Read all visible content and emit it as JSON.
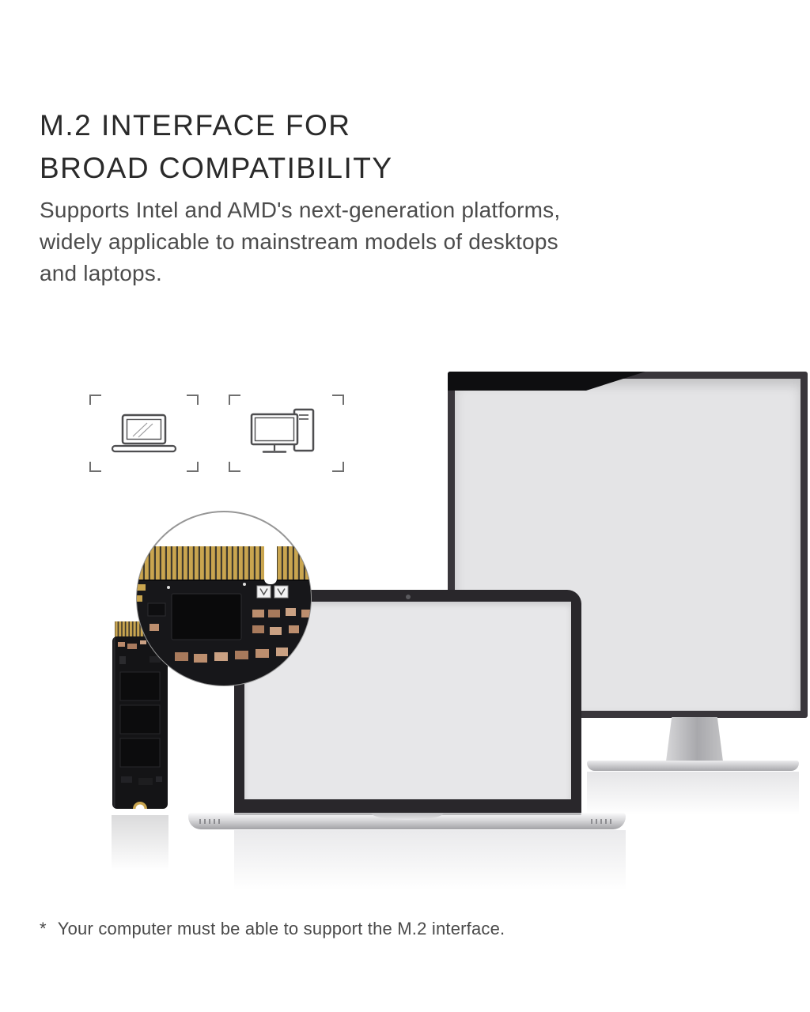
{
  "page": {
    "background": "#ffffff"
  },
  "heading": {
    "line1": "M.2 INTERFACE FOR",
    "line2": "BROAD COMPATIBILITY"
  },
  "paragraph": {
    "lines": [
      "Supports Intel and AMD's next-generation platforms,",
      "widely applicable to mainstream models of desktops",
      "and laptops."
    ]
  },
  "compatibility_icons": [
    {
      "name": "laptop-icon",
      "meaning": "laptop"
    },
    {
      "name": "desktop-icon",
      "meaning": "desktop"
    }
  ],
  "illustration": {
    "items": [
      "m2-ssd-stick",
      "ssd-connector-closeup",
      "laptop",
      "desktop-monitor"
    ],
    "colors": {
      "connector_gold": "#c9a54f",
      "pcb_black": "#141416",
      "screen_gray": "#e6e6e8",
      "bezel_dark": "#2e2c30",
      "silver": "#c9c9cc"
    }
  },
  "footnote": {
    "marker": "*",
    "text": "Your computer must be able to support the M.2 interface."
  }
}
